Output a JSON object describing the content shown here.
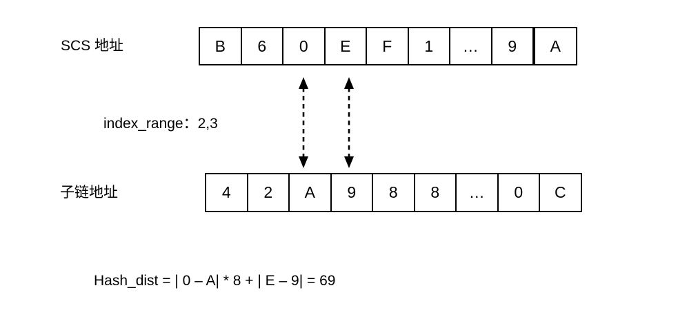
{
  "diagram": {
    "rows": [
      {
        "label": "SCS 地址",
        "cells": [
          "B",
          "6",
          "0",
          "E",
          "F",
          "1",
          "…",
          "9",
          "A"
        ]
      },
      {
        "label": "子链地址",
        "cells": [
          "4",
          "2",
          "A",
          "9",
          "8",
          "8",
          "…",
          "0",
          "C"
        ]
      }
    ],
    "index_range_label": "index_range：2,3",
    "formula": "Hash_dist = | 0 – A| * 8 + | E – 9| = 69",
    "icons": {
      "arrow": "dashed-double-vertical-arrow"
    },
    "colors": {
      "text": "#000000",
      "line": "#000000",
      "background": "#ffffff"
    }
  }
}
